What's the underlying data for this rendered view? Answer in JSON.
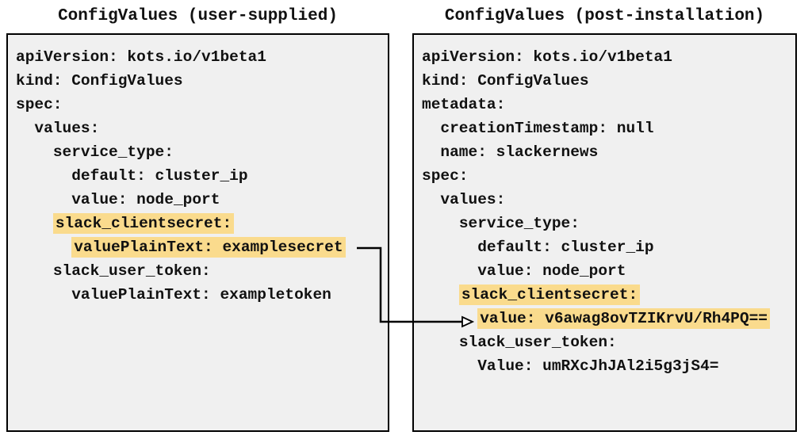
{
  "colors": {
    "highlight": "#FADB8D",
    "panel_bg": "#F0F0F0",
    "border": "#000000",
    "text": "#111111"
  },
  "panels": [
    {
      "id": "user-supplied",
      "title": "ConfigValues (user-supplied)",
      "lines": [
        {
          "indent": "",
          "text": "apiVersion: kots.io/v1beta1",
          "highlight": false
        },
        {
          "indent": "",
          "text": "kind: ConfigValues",
          "highlight": false
        },
        {
          "indent": "",
          "text": "spec:",
          "highlight": false
        },
        {
          "indent": "  ",
          "text": "values:",
          "highlight": false
        },
        {
          "indent": "    ",
          "text": "service_type:",
          "highlight": false
        },
        {
          "indent": "      ",
          "text": "default: cluster_ip",
          "highlight": false
        },
        {
          "indent": "      ",
          "text": "value: node_port",
          "highlight": false
        },
        {
          "indent": "    ",
          "text": "slack_clientsecret:",
          "highlight": true
        },
        {
          "indent": "      ",
          "text": "valuePlainText: examplesecret",
          "highlight": true
        },
        {
          "indent": "    ",
          "text": "slack_user_token:",
          "highlight": false
        },
        {
          "indent": "      ",
          "text": "valuePlainText: exampletoken",
          "highlight": false
        }
      ]
    },
    {
      "id": "post-installation",
      "title": "ConfigValues (post-installation)",
      "lines": [
        {
          "indent": "",
          "text": "apiVersion: kots.io/v1beta1",
          "highlight": false
        },
        {
          "indent": "",
          "text": "kind: ConfigValues",
          "highlight": false
        },
        {
          "indent": "",
          "text": "metadata:",
          "highlight": false
        },
        {
          "indent": "  ",
          "text": "creationTimestamp: null",
          "highlight": false
        },
        {
          "indent": "  ",
          "text": "name: slackernews",
          "highlight": false
        },
        {
          "indent": "",
          "text": "spec:",
          "highlight": false
        },
        {
          "indent": "  ",
          "text": "values:",
          "highlight": false
        },
        {
          "indent": "    ",
          "text": "service_type:",
          "highlight": false
        },
        {
          "indent": "      ",
          "text": "default: cluster_ip",
          "highlight": false
        },
        {
          "indent": "      ",
          "text": "value: node_port",
          "highlight": false
        },
        {
          "indent": "    ",
          "text": "slack_clientsecret:",
          "highlight": true
        },
        {
          "indent": "      ",
          "text": "value: v6awag8ovTZIKrvU/Rh4PQ==",
          "highlight": true
        },
        {
          "indent": "    ",
          "text": "slack_user_token:",
          "highlight": false
        },
        {
          "indent": "      ",
          "text": "Value: umRXcJhJAl2i5g3jS4=",
          "highlight": false
        }
      ]
    }
  ],
  "arrow": {
    "from": "valuePlainText: examplesecret",
    "to": "value: v6awag8ovTZIKrvU/Rh4PQ=="
  }
}
